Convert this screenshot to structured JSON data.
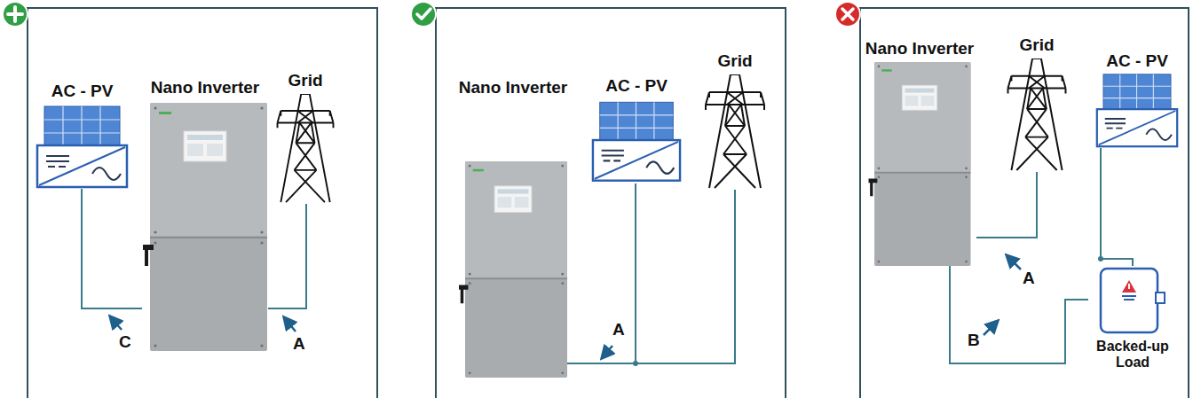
{
  "diagram": {
    "nodes": [
      {
        "text": [
          "AC - PV"
        ]
      },
      {
        "text": [
          "Nano Inverter"
        ]
      },
      {
        "text": [
          "Grid"
        ]
      },
      {
        "text": [
          "Nano Inverter"
        ]
      },
      {
        "text": [
          "AC - PV"
        ]
      },
      {
        "text": [
          "Grid"
        ]
      },
      {
        "text": [
          "Nano Inverter"
        ]
      },
      {
        "text": [
          "Grid"
        ]
      },
      {
        "text": [
          "AC - PV"
        ]
      },
      {
        "text": [
          "Backed-up Load"
        ]
      }
    ],
    "edges": [
      {
        "from": 0,
        "to": 1,
        "arrow": "none",
        "label": "C"
      },
      {
        "from": 1,
        "to": 2,
        "arrow": "none",
        "label": "A"
      },
      {
        "from": 3,
        "to": 4,
        "arrow": "none",
        "label": "A"
      },
      {
        "from": 3,
        "to": 5,
        "arrow": "none"
      },
      {
        "from": 6,
        "to": 7,
        "arrow": "none",
        "label": "A"
      },
      {
        "from": 6,
        "to": 9,
        "arrow": "none",
        "label": "B"
      },
      {
        "from": 9,
        "to": 8,
        "arrow": "none"
      }
    ]
  }
}
